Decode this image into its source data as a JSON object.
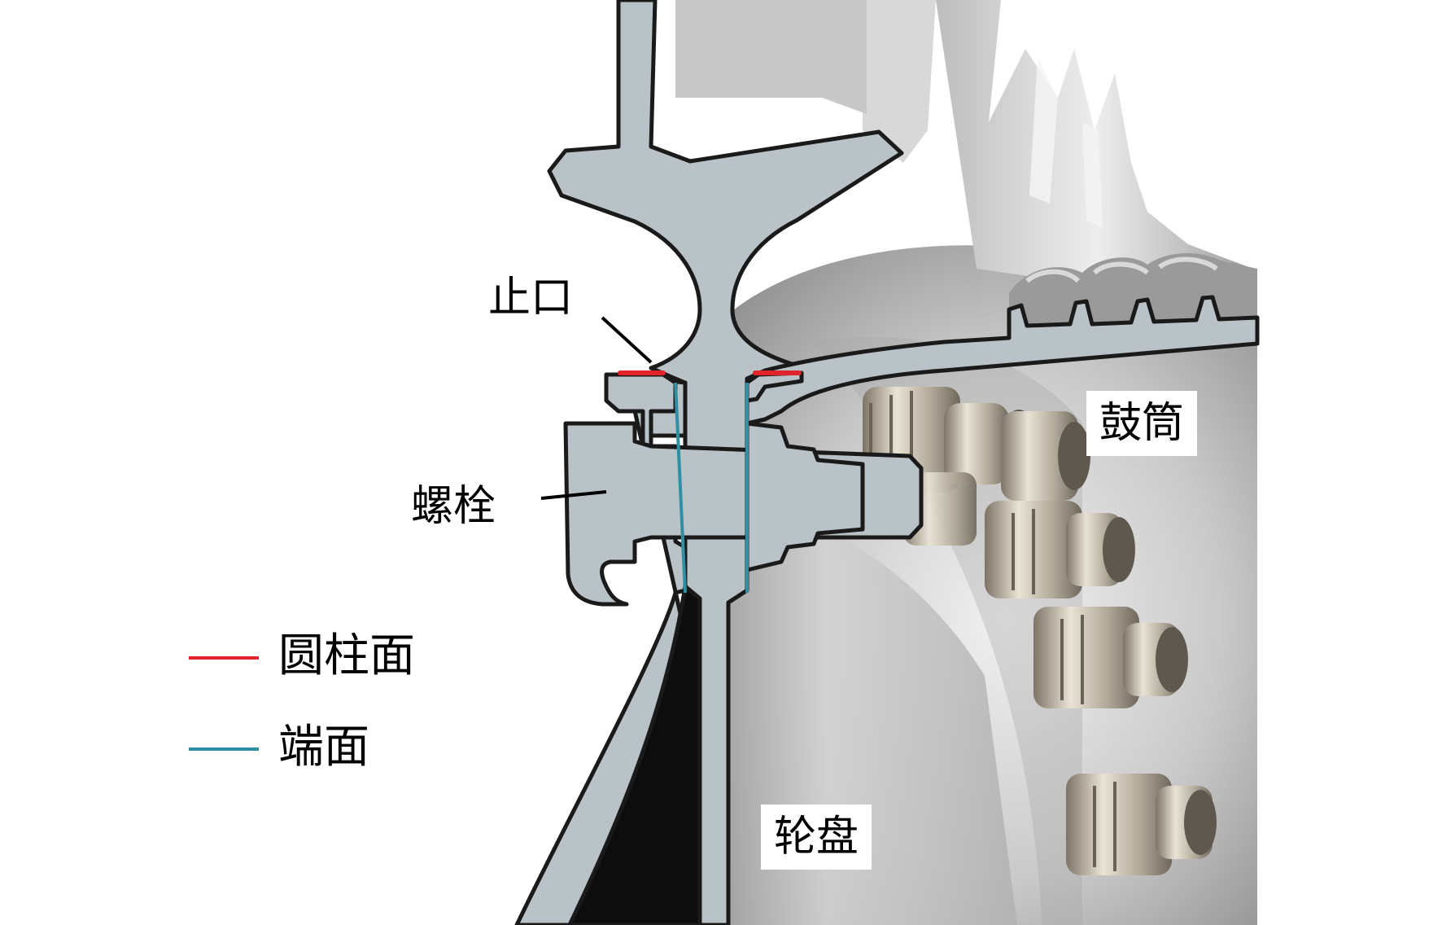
{
  "labels": {
    "spigot": "止口",
    "drum": "鼓筒",
    "bolt": "螺栓",
    "disk": "轮盘"
  },
  "legend": [
    {
      "text": "圆柱面",
      "color": "#e0242a"
    },
    {
      "text": "端面",
      "color": "#2f8fa3"
    }
  ],
  "colors": {
    "section": "#b9c2c6",
    "outline": "#1a1a1a",
    "cavity": "#0d0d0d",
    "metal_light": "#e2e2e2",
    "metal_dark": "#8e8e8e"
  }
}
